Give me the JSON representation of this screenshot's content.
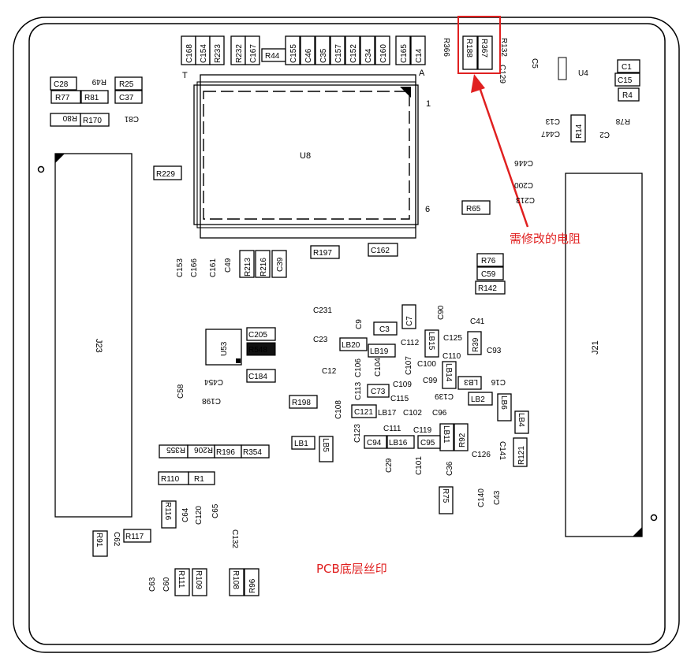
{
  "board": {
    "annotation_label": "需修改的电阻",
    "caption": "PCB底层丝印",
    "pin_labels": {
      "t": "T",
      "a": "A",
      "one": "1",
      "six": "6"
    },
    "components_top_row": [
      "C168",
      "C154",
      "R233",
      "R232",
      "C167",
      "R44",
      "C155",
      "C46",
      "C35",
      "C157",
      "C152",
      "C34",
      "C160",
      "C165",
      "C14",
      "R366",
      "R188",
      "R367",
      "R132",
      "C129"
    ],
    "components_left": [
      "C28",
      "R49",
      "R25",
      "R77",
      "R81",
      "C37",
      "R80",
      "R170",
      "C81",
      "R229"
    ],
    "components_right_top": [
      "C5",
      "U4",
      "C1",
      "C15",
      "R4",
      "C13",
      "C447",
      "R14",
      "R78",
      "C2",
      "C446",
      "C200",
      "C213",
      "R65"
    ],
    "chips": {
      "u8": "U8",
      "u53": "U53",
      "j23": "J23",
      "j21": "J21"
    },
    "components_middle": [
      "C153",
      "C166",
      "C161",
      "C49",
      "R213",
      "R216",
      "C39",
      "R197",
      "C162",
      "R76",
      "C59",
      "R142"
    ],
    "components_center": [
      "C231",
      "C9",
      "C3",
      "C7",
      "C90",
      "C41",
      "C23",
      "LB20",
      "LB19",
      "C112",
      "LB15",
      "C125",
      "R39",
      "C93",
      "C12",
      "C106",
      "C104",
      "C107",
      "C100",
      "C110",
      "C99",
      "LB14",
      "LB3",
      "C16",
      "C113",
      "C73",
      "C109",
      "C115",
      "C139",
      "LB2",
      "LB6",
      "C108",
      "C121",
      "LB17",
      "C102",
      "C96",
      "LB4",
      "C123",
      "C111",
      "C119",
      "LB11",
      "R92",
      "C94",
      "LB16",
      "C95",
      "C126",
      "C141",
      "R121",
      "C29",
      "C101",
      "C36",
      "R75",
      "C140",
      "C43"
    ],
    "components_left_lower": [
      "C205",
      "R548",
      "C184",
      "C454",
      "C58",
      "C198",
      "R198",
      "LB1",
      "LB5",
      "R355",
      "R206",
      "R196",
      "R354",
      "R110",
      "R1",
      "R116",
      "C64",
      "C120",
      "C65",
      "R91",
      "C62",
      "R117",
      "C132",
      "C63",
      "C60",
      "R111",
      "R109",
      "R108",
      "R96"
    ]
  }
}
